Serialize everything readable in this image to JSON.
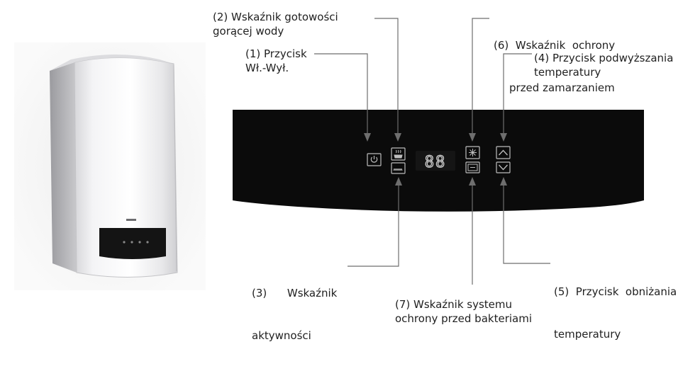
{
  "labels": {
    "l1": {
      "line1": "(1) Przycisk",
      "line2": "Wł.-Wył."
    },
    "l2": {
      "line1": "(2) Wskaźnik gotowości",
      "line2": "gorącej wody"
    },
    "l3": {
      "line1": "(3)      Wskaźnik",
      "line2": "aktywności"
    },
    "l4": {
      "line1": "(4) Przycisk podwyższania",
      "line2": "temperatury"
    },
    "l5": {
      "line1": "(5)  Przycisk  obniżania",
      "line2": "temperatury"
    },
    "l6": {
      "line1": "(6)  Wskaźnik  ochrony",
      "line2": "przed zamarzaniem"
    },
    "l7": {
      "line1": "(7) Wskaźnik systemu",
      "line2": "ochrony przed bakteriami"
    }
  },
  "display": {
    "digits": "88"
  },
  "colors": {
    "panel": "#0b0b0b",
    "leader": "#6e6e6e",
    "icon": "#bdbdbd",
    "boiler_body": "#e9e9eb",
    "boiler_dark": "#1a1a1a"
  },
  "icons": [
    "power-icon",
    "hot-water-icon",
    "flame-activity-icon",
    "snowflake-icon",
    "anti-bacteria-icon",
    "chevron-up-icon",
    "chevron-down-icon"
  ]
}
